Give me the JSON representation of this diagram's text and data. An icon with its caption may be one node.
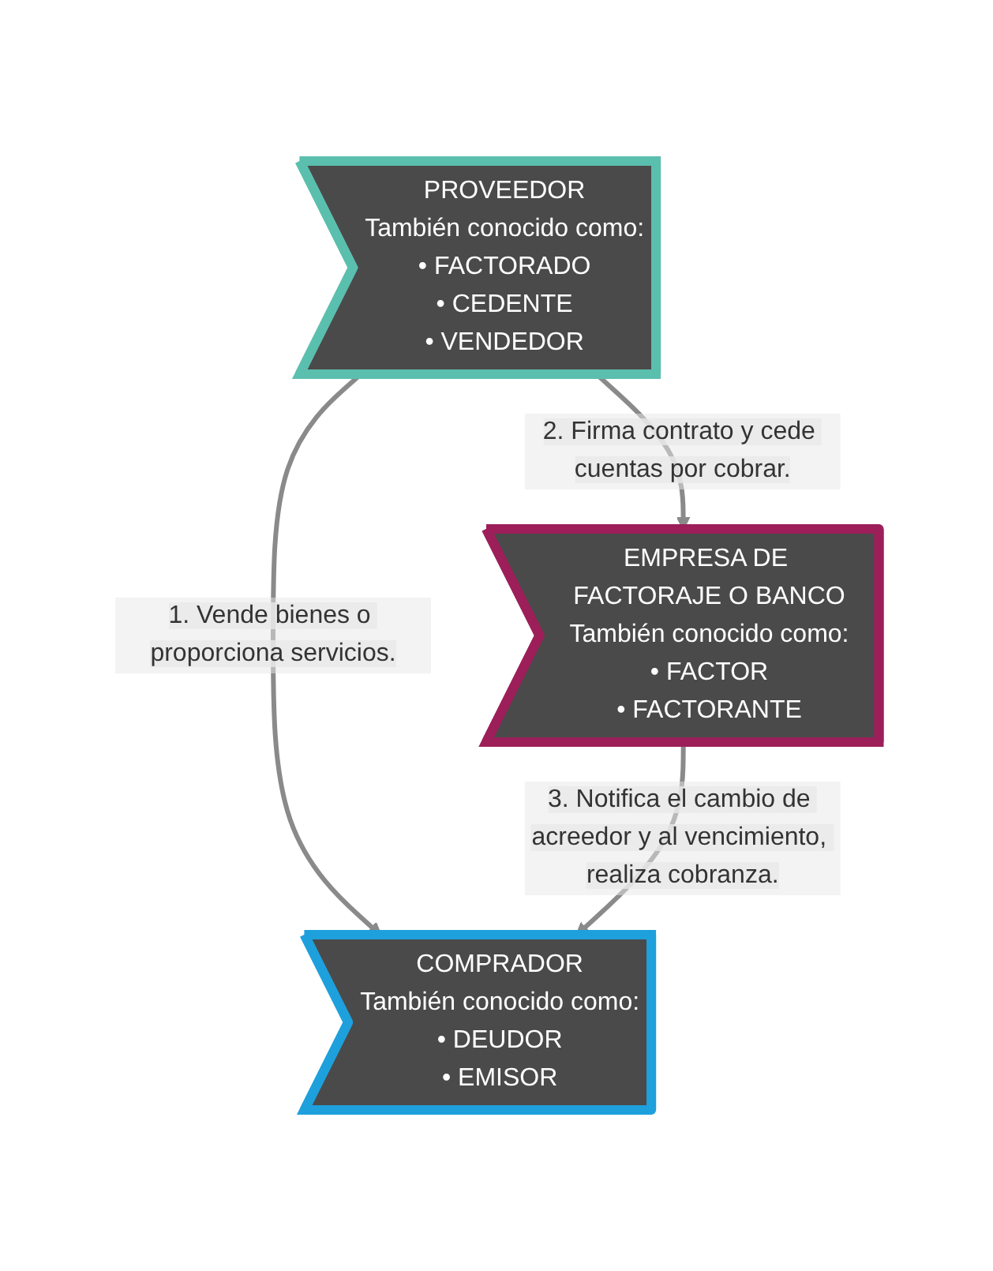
{
  "diagram": {
    "nodes": [
      {
        "text": [
          "PROVEEDOR",
          "También conocido como:",
          "• FACTORADO",
          "• CEDENTE",
          "• VENDEDOR"
        ]
      },
      {
        "text": [
          "COMPRADOR",
          "También conocido como:",
          "• DEUDOR",
          "• EMISOR"
        ]
      },
      {
        "text": [
          "EMPRESA DE FACTORAJE O BANCO",
          "También conocido como:",
          "• FACTOR",
          "• FACTORANTE"
        ]
      }
    ],
    "edges": [
      {
        "from": 0,
        "to": 1,
        "arrow": "to",
        "label": "1. Vende bienes o proporciona servicios."
      },
      {
        "from": 0,
        "to": 2,
        "arrow": "to",
        "label": "2. Firma contrato y cede cuentas por cobrar."
      },
      {
        "from": 2,
        "to": 1,
        "arrow": "to",
        "label": "3. Notifica el cambio de acreedor y al vencimiento, realiza cobranza."
      }
    ]
  }
}
